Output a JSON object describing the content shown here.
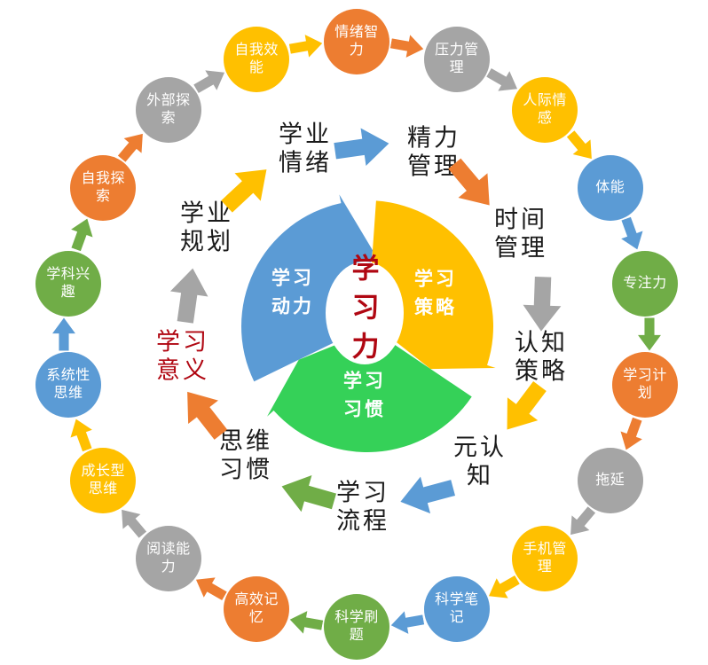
{
  "palette": {
    "orange": "#ED7D31",
    "gray": "#A5A5A5",
    "yellow": "#FFC000",
    "blue": "#5B9BD5",
    "green": "#70AD47",
    "pie_green": "#35D158",
    "red": "#B00712",
    "black": "#1A1A1A",
    "white": "#FFFFFF"
  },
  "center": {
    "label": "学习力",
    "color_key": "red"
  },
  "pie_segments": [
    {
      "label": "学习动力",
      "color_key": "blue"
    },
    {
      "label": "学习策略",
      "color_key": "yellow"
    },
    {
      "label": "学习习惯",
      "color_key": "pie_green"
    }
  ],
  "middle_ring": [
    {
      "label": "学业情绪",
      "text_color_key": "black",
      "arrow_color_key": "blue"
    },
    {
      "label": "精力管理",
      "text_color_key": "black",
      "arrow_color_key": "orange"
    },
    {
      "label": "时间管理",
      "text_color_key": "black",
      "arrow_color_key": "gray"
    },
    {
      "label": "认知策略",
      "text_color_key": "black",
      "arrow_color_key": "yellow"
    },
    {
      "label": "元认知",
      "text_color_key": "black",
      "arrow_color_key": "blue"
    },
    {
      "label": "学习流程",
      "text_color_key": "black",
      "arrow_color_key": "green"
    },
    {
      "label": "思维习惯",
      "text_color_key": "black",
      "arrow_color_key": "orange"
    },
    {
      "label": "学习意义",
      "text_color_key": "red",
      "arrow_color_key": "gray"
    },
    {
      "label": "学业规划",
      "text_color_key": "black",
      "arrow_color_key": "yellow"
    }
  ],
  "outer_ring": [
    {
      "label": "情绪智力",
      "color_key": "orange"
    },
    {
      "label": "压力管理",
      "color_key": "gray"
    },
    {
      "label": "人际情感",
      "color_key": "yellow"
    },
    {
      "label": "体能",
      "color_key": "blue"
    },
    {
      "label": "专注力",
      "color_key": "green"
    },
    {
      "label": "学习计划",
      "color_key": "orange"
    },
    {
      "label": "拖延",
      "color_key": "gray"
    },
    {
      "label": "手机管理",
      "color_key": "yellow"
    },
    {
      "label": "科学笔记",
      "color_key": "blue"
    },
    {
      "label": "科学刷题",
      "color_key": "green"
    },
    {
      "label": "高效记忆",
      "color_key": "orange"
    },
    {
      "label": "阅读能力",
      "color_key": "gray"
    },
    {
      "label": "成长型思维",
      "color_key": "yellow"
    },
    {
      "label": "系统性思维",
      "color_key": "blue"
    },
    {
      "label": "学科兴趣",
      "color_key": "green"
    },
    {
      "label": "自我探索",
      "color_key": "orange"
    },
    {
      "label": "外部探索",
      "color_key": "gray"
    },
    {
      "label": "自我效能",
      "color_key": "yellow"
    }
  ]
}
